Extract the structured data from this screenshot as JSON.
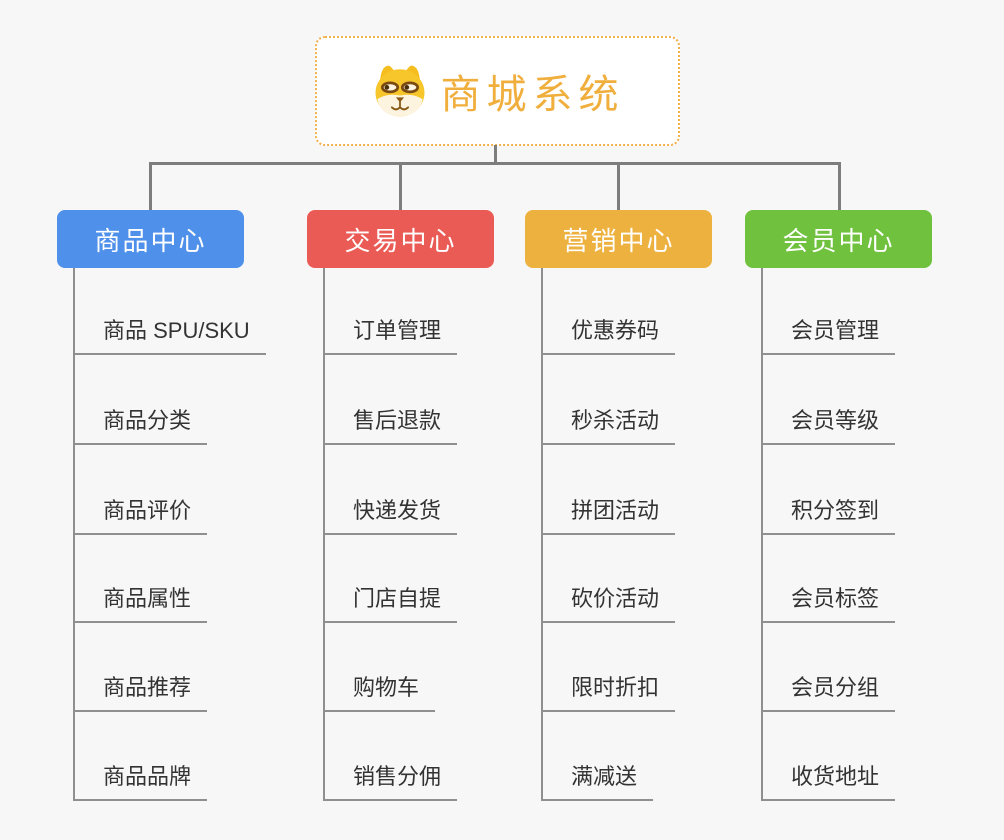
{
  "root": {
    "title": "商城系统",
    "icon": "dog-face-icon",
    "title_color": "#F0AE3C",
    "border_color": "#F2B04A"
  },
  "colors": {
    "background": "#F7F7F7",
    "connector": "#7D7D7D",
    "underline": "#8F8F8F",
    "child_text": "#333333"
  },
  "branches": [
    {
      "label": "商品中心",
      "color": "#4F90EA",
      "children": [
        "商品 SPU/SKU",
        "商品分类",
        "商品评价",
        "商品属性",
        "商品推荐",
        "商品品牌"
      ]
    },
    {
      "label": "交易中心",
      "color": "#EA5B55",
      "children": [
        "订单管理",
        "售后退款",
        "快递发货",
        "门店自提",
        "购物车",
        "销售分佣"
      ]
    },
    {
      "label": "营销中心",
      "color": "#EDB13F",
      "children": [
        "优惠券码",
        "秒杀活动",
        "拼团活动",
        "砍价活动",
        "限时折扣",
        "满减送"
      ]
    },
    {
      "label": "会员中心",
      "color": "#6FC13E",
      "children": [
        "会员管理",
        "会员等级",
        "积分签到",
        "会员标签",
        "会员分组",
        "收货地址"
      ]
    }
  ]
}
